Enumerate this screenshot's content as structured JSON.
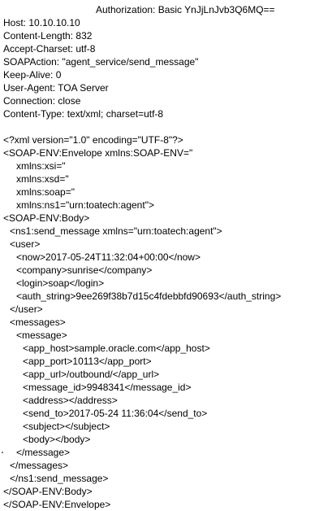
{
  "http_headers": {
    "authorization": "Authorization: Basic YnJjLnJvb3Q6MQ==",
    "host": "Host: 10.10.10.10",
    "content_length": "Content-Length: 832",
    "accept_charset": "Accept-Charset: utf-8",
    "soap_action": "SOAPAction: \"agent_service/send_message\"",
    "keep_alive": "Keep-Alive: 0",
    "user_agent": "User-Agent: TOA Server",
    "connection": "Connection: close",
    "content_type": "Content-Type: text/xml; charset=utf-8"
  },
  "xml_body": {
    "lines": [
      "<?xml version=\"1.0\" encoding=\"UTF-8\"?>",
      "<SOAP-ENV:Envelope xmlns:SOAP-ENV=\"",
      "xmlns:xsi=\"",
      "xmlns:xsd=\"",
      "xmlns:soap=\"",
      "xmlns:ns1=\"urn:toatech:agent\">",
      "<SOAP-ENV:Body>",
      "<ns1:send_message xmlns=\"urn:toatech:agent\">",
      "<user>",
      "<now>2017-05-24T11:32:04+00:00</now>",
      "<company>sunrise</company>",
      "<login>soap</login>",
      "<auth_string>9ee269f38b7d15c4fdebbfd90693</auth_string>",
      "</user>",
      "<messages>",
      "<message>",
      "<app_host>sample.oracle.com</app_host>",
      "<app_port>10113</app_port>",
      "<app_url>/outbound/</app_url>",
      "<message_id>9948341</message_id>",
      "<address></address>",
      "<send_to>2017-05-24 11:36:04</send_to>",
      "<subject></subject>",
      "<body></body>",
      "</message>",
      "</messages>",
      "</ns1:send_message>",
      "</SOAP-ENV:Body>",
      "</SOAP-ENV:Envelope>"
    ]
  }
}
